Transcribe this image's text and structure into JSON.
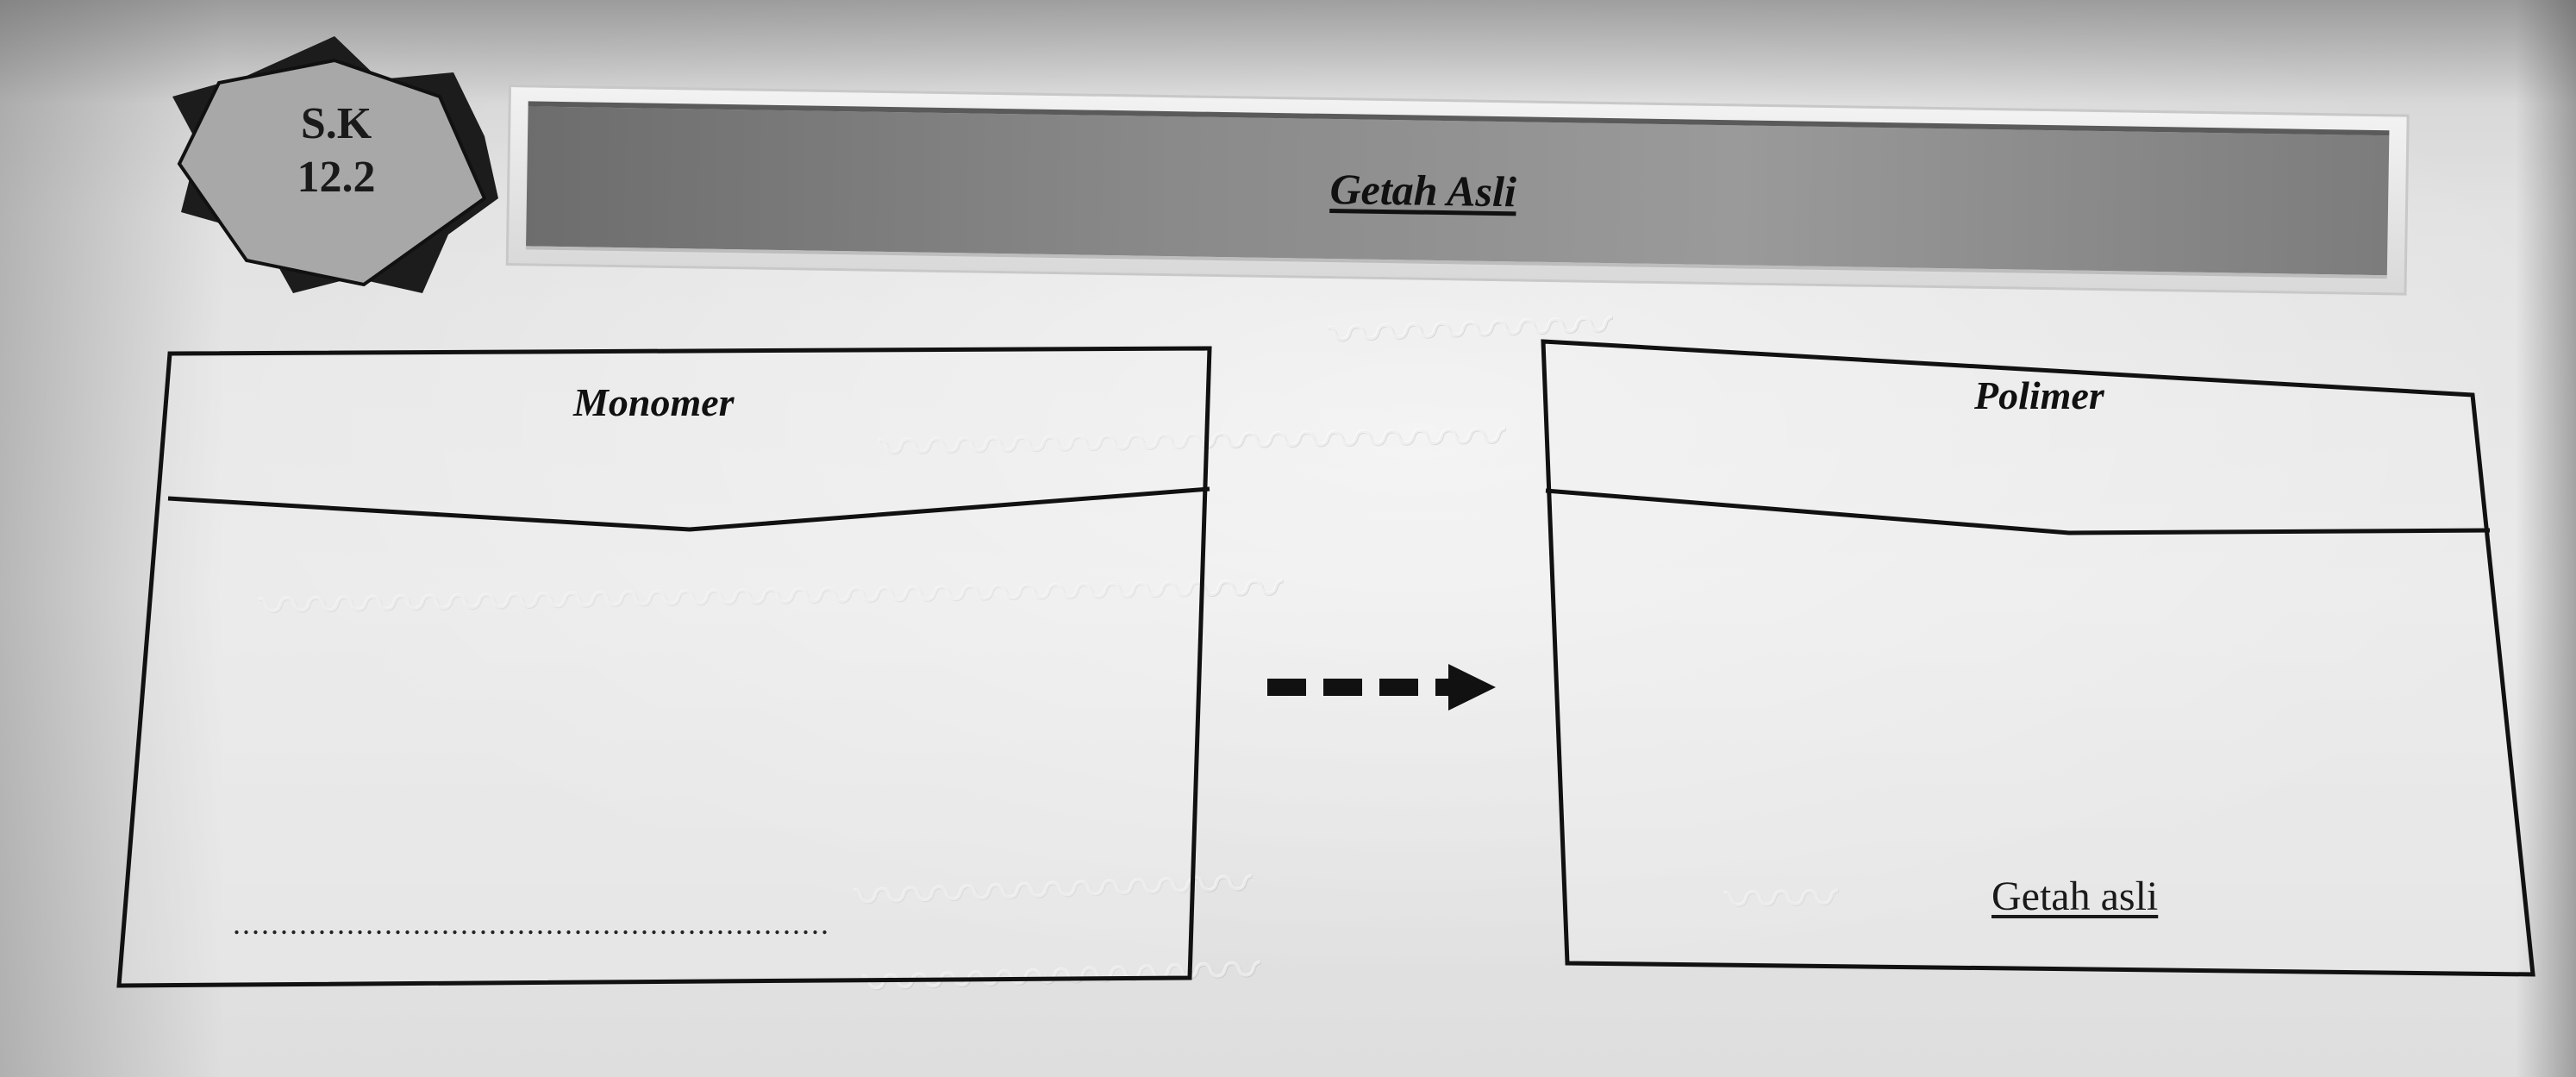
{
  "badge": {
    "line1": "S.K",
    "line2": "12.2"
  },
  "title": "Getah Asli",
  "boxes": {
    "monomer": {
      "heading": "Monomer",
      "answer_blank": "..............................................................."
    },
    "polimer": {
      "heading": "Polimer",
      "answer": "Getah asli"
    }
  },
  "arrow": "dashed-right-arrow",
  "colors": {
    "title_bar": "#7f7f7f",
    "badge_fill": "#a8a8a8",
    "badge_shadow": "#1c1c1c",
    "ink": "#111111"
  }
}
